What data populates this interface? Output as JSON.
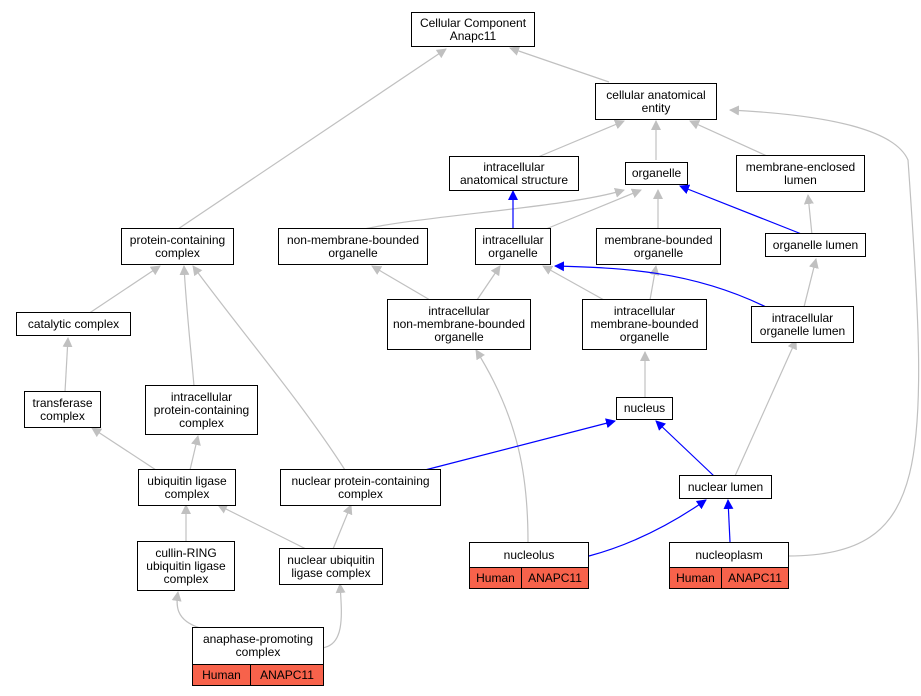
{
  "diagram": {
    "nodes": {
      "cc_anapc11": "Cellular Component\nAnapc11",
      "cellular_anatomical_entity": "cellular anatomical\nentity",
      "intracellular_anatomical_structure": "intracellular\nanatomical structure",
      "organelle": "organelle",
      "membrane_enclosed_lumen": "membrane-enclosed\nlumen",
      "protein_containing_complex": "protein-containing\ncomplex",
      "non_membrane_bounded_organelle": "non-membrane-bounded\norganelle",
      "intracellular_organelle": "intracellular\norganelle",
      "membrane_bounded_organelle": "membrane-bounded\norganelle",
      "organelle_lumen": "organelle lumen",
      "catalytic_complex": "catalytic complex",
      "intracellular_non_membrane_bounded_organelle": "intracellular\nnon-membrane-bounded\norganelle",
      "intracellular_membrane_bounded_organelle": "intracellular\nmembrane-bounded\norganelle",
      "intracellular_organelle_lumen": "intracellular\norganelle lumen",
      "transferase_complex": "transferase\ncomplex",
      "intracellular_protein_containing_complex": "intracellular\nprotein-containing\ncomplex",
      "nucleus": "nucleus",
      "ubiquitin_ligase_complex": "ubiquitin ligase\ncomplex",
      "nuclear_protein_containing_complex": "nuclear protein-containing\ncomplex",
      "nuclear_lumen": "nuclear lumen",
      "cullin_ring_ubiquitin_ligase_complex": "cullin-RING\nubiquitin ligase\ncomplex",
      "nuclear_ubiquitin_ligase_complex": "nuclear ubiquitin\nligase complex"
    },
    "annotated": {
      "nucleolus": {
        "title": "nucleolus",
        "species": "Human",
        "gene": "ANAPC11"
      },
      "nucleoplasm": {
        "title": "nucleoplasm",
        "species": "Human",
        "gene": "ANAPC11"
      },
      "anaphase_promoting_complex": {
        "title": "anaphase-promoting\ncomplex",
        "species": "Human",
        "gene": "ANAPC11"
      }
    },
    "colors": {
      "is_a_edge": "#c0c0c0",
      "part_of_edge": "#0000ff",
      "annotation_cell": "#f7624b"
    }
  }
}
